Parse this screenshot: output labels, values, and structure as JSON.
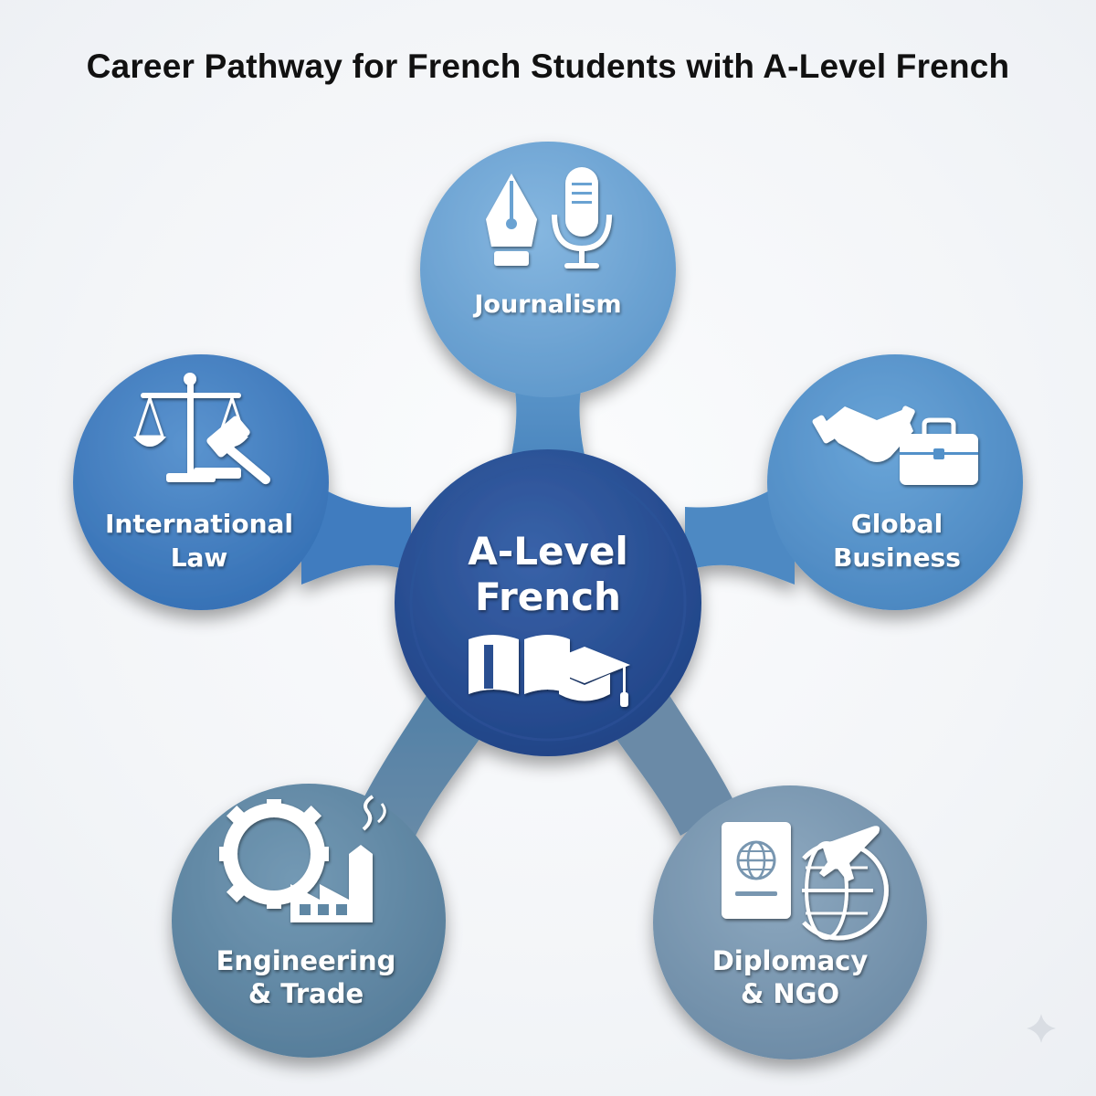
{
  "title": "Career Pathway for French Students with A-Level French",
  "center": {
    "line1": "A-Level",
    "line2": "French",
    "icon": "book-graduation-cap-icon"
  },
  "nodes": {
    "journalism": {
      "line1": "Journalism",
      "line2": "",
      "icons": [
        "pen-nib-icon",
        "microphone-icon"
      ]
    },
    "law": {
      "line1": "International",
      "line2": "Law",
      "icons": [
        "scales-icon",
        "gavel-icon"
      ]
    },
    "business": {
      "line1": "Global",
      "line2": "Business",
      "icons": [
        "handshake-icon",
        "briefcase-icon"
      ]
    },
    "engineering": {
      "line1": "Engineering",
      "line2": "& Trade",
      "icons": [
        "gear-icon",
        "factory-icon"
      ]
    },
    "diplomacy": {
      "line1": "Diplomacy",
      "line2": "& NGO",
      "icons": [
        "passport-icon",
        "globe-plane-icon"
      ]
    }
  },
  "colors": {
    "center": "#2a4f91",
    "journalism": "#6aa2d2",
    "law": "#3f7cbf",
    "business": "#5391c9",
    "engineering": "#5e87a4",
    "diplomacy": "#7896b0"
  }
}
